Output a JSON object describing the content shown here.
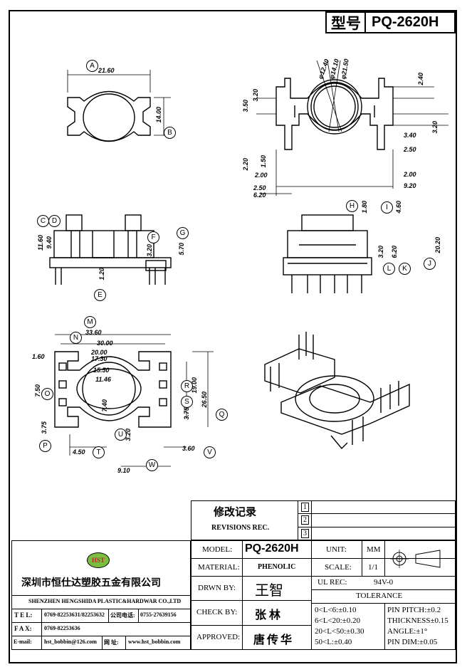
{
  "header": {
    "model_label": "型号",
    "model_value": "PQ-2620H"
  },
  "views": {
    "top_left": {
      "dims": [
        "21.60",
        "14.00"
      ],
      "markers": [
        "A",
        "B"
      ]
    },
    "top_right": {
      "dims": [
        "3.50",
        "3.20",
        "2.20",
        "1.50",
        "2.00",
        "2.50",
        "6.20",
        "2.40",
        "3.20",
        "3.40",
        "2.50",
        "2.00",
        "9.20",
        "φ12.40",
        "φ14.10",
        "φ21.50"
      ]
    },
    "side_left": {
      "dims": [
        "11.60",
        "9.40",
        "3.20",
        "5.70",
        "1.20"
      ],
      "markers": [
        "C",
        "D",
        "E",
        "F",
        "G"
      ]
    },
    "side_right": {
      "dims": [
        "1.80",
        "4.60",
        "20.20",
        "3.20",
        "6.20"
      ],
      "markers": [
        "H",
        "I",
        "J",
        "K",
        "L"
      ]
    },
    "bottom": {
      "dims": [
        "33.60",
        "30.00",
        "1.60",
        "20.00",
        "17.30",
        "15.50",
        "11.46",
        "7.50",
        "7.40",
        "3.75",
        "3.20",
        "4.50",
        "3.60",
        "9.10",
        "19.00",
        "26.50",
        "3.75"
      ],
      "markers": [
        "M",
        "N",
        "O",
        "P",
        "Q",
        "R",
        "S",
        "T",
        "U",
        "V",
        "W"
      ]
    }
  },
  "revisions": {
    "title": "修改记录",
    "subtitle": "REVISIONS REC.",
    "marks": [
      "1",
      "2",
      "3"
    ]
  },
  "company": {
    "name_cn": "深圳市恒仕达塑胶五金有限公司",
    "name_en": "SHENZHEN HENGSHIDA PLASTIC&HARDWAR CO.,LTD",
    "logo": "HST",
    "tel_label": "T E L:",
    "tel": "0769-82253631/82253632",
    "phone_label": "公司电话:",
    "phone": "0755-27639156",
    "fax_label": "F A X:",
    "fax": "0769-82253636",
    "email_label": "E-mail:",
    "email": "hst_bobbin@126.com",
    "web_label": "网 址:",
    "web": "www.hst_bobbin.com"
  },
  "titleblock": {
    "model_label": "MODEL:",
    "model": "PQ-2620H",
    "material_label": "MATERIAL:",
    "material": "PHENOLIC",
    "drawn_label": "DRWN BY:",
    "drawn": "王智",
    "check_label": "CHECK BY:",
    "check": "张  林",
    "approved_label": "APPROVED:",
    "approved": "唐传华",
    "unit_label": "UNIT:",
    "unit": "MM",
    "scale_label": "SCALE:",
    "scale": "1/1",
    "ul_label": "UL REC:",
    "ul": "94V-0",
    "tolerance_label": "TOLERANCE",
    "tol_left": [
      "0<L<6:±0.10",
      "6<L<20:±0.20",
      "20<L<50:±0.30",
      "50<L:±0.40"
    ],
    "tol_right": [
      "PIN PITCH:±0.2",
      "THICKNESS±0.15",
      "ANGLE:±1°",
      "PIN DIM:±0.05"
    ]
  }
}
